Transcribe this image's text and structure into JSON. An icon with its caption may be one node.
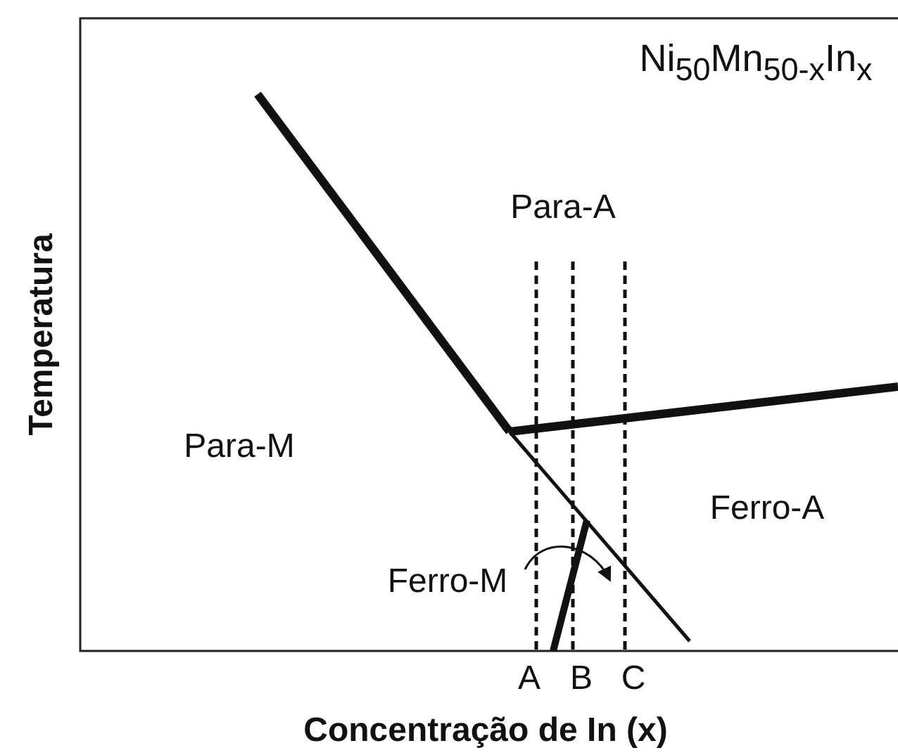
{
  "diagram": {
    "labels": [
      "Ni$_{50}$Mn$_{50-x}$In$_{x}$",
      "Para-A",
      "Para-M",
      "Ferro-A",
      "Ferro-M",
      "A",
      "B",
      "C",
      "Temperatura",
      "Concentração de In (x)"
    ]
  }
}
